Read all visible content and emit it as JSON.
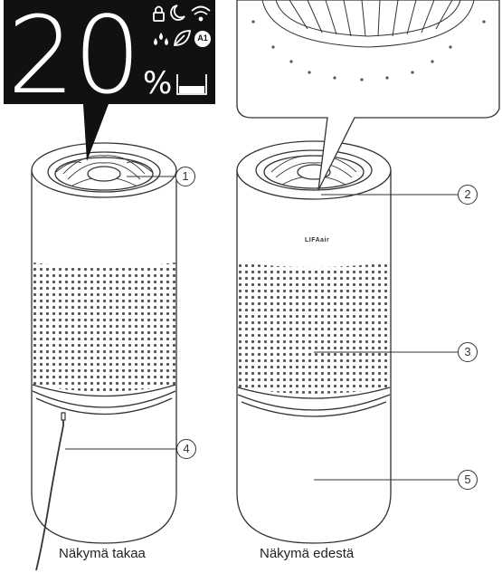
{
  "display": {
    "value": "20",
    "unit": "%",
    "icons": [
      "lock-icon",
      "night-mode-icon",
      "wifi-icon",
      "humidity-drops-icon",
      "leaf-icon",
      "auto-mode-icon",
      "water-tank-icon"
    ],
    "auto_label": "A1"
  },
  "brand": "LIFAair",
  "captions": {
    "back": "Näkymä takaa",
    "front": "Näkymä edestä"
  },
  "callouts": [
    "1",
    "2",
    "3",
    "4",
    "5"
  ],
  "colors": {
    "display_bg": "#111111",
    "line": "#333333",
    "dots": "#555555"
  }
}
